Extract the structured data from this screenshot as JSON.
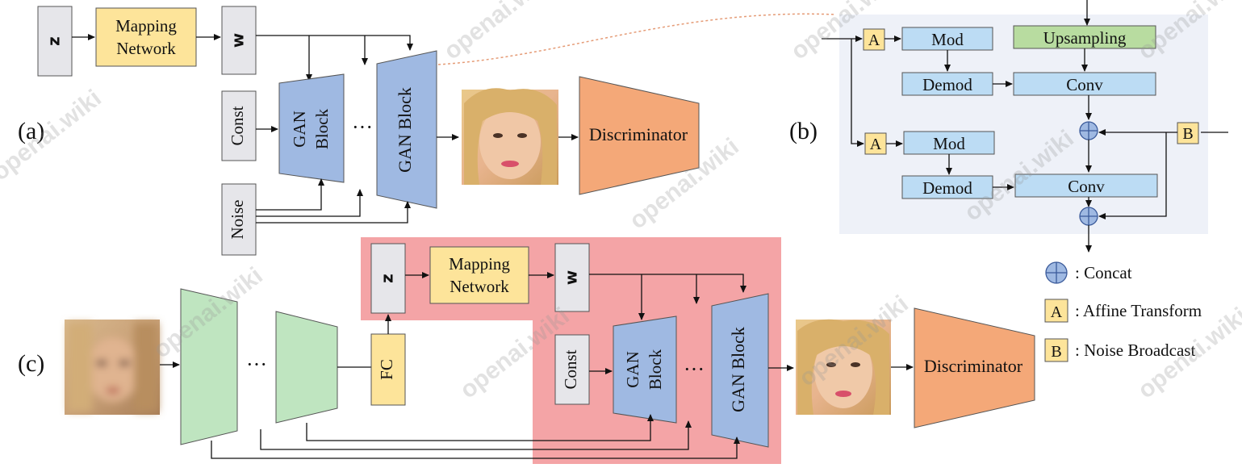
{
  "labels": {
    "a": "(a)",
    "b": "(b)",
    "c": "(c)",
    "z": "z",
    "w": "w",
    "mapping_line1": "Mapping",
    "mapping_line2": "Network",
    "const": "Const",
    "noise": "Noise",
    "gan_block_line1": "GAN",
    "gan_block_line2": "Block",
    "gan_block": "GAN Block",
    "ellipsis": "···",
    "discriminator": "Discriminator",
    "fc": "FC",
    "affine": "A",
    "broadcast": "B",
    "mod": "Mod",
    "demod": "Demod",
    "conv": "Conv",
    "upsampling": "Upsampling"
  },
  "legend": [
    {
      "symbol": "concat-icon",
      "text": ": Concat"
    },
    {
      "symbol": "A",
      "text": ": Affine Transform"
    },
    {
      "symbol": "B",
      "text": ": Noise Broadcast"
    }
  ],
  "watermark": "openai.wiki",
  "colors": {
    "gray_box": "#e6e6ea",
    "yellow_box": "#fde49a",
    "blue_trap": "#9fb9e2",
    "blue_box": "#bcdcf4",
    "green_box": "#b8dca0",
    "orange_trap": "#f4a878",
    "green_trap": "#bfe5c0",
    "panel_b": "#eef1f8",
    "red_region": "#f4a4a6"
  }
}
